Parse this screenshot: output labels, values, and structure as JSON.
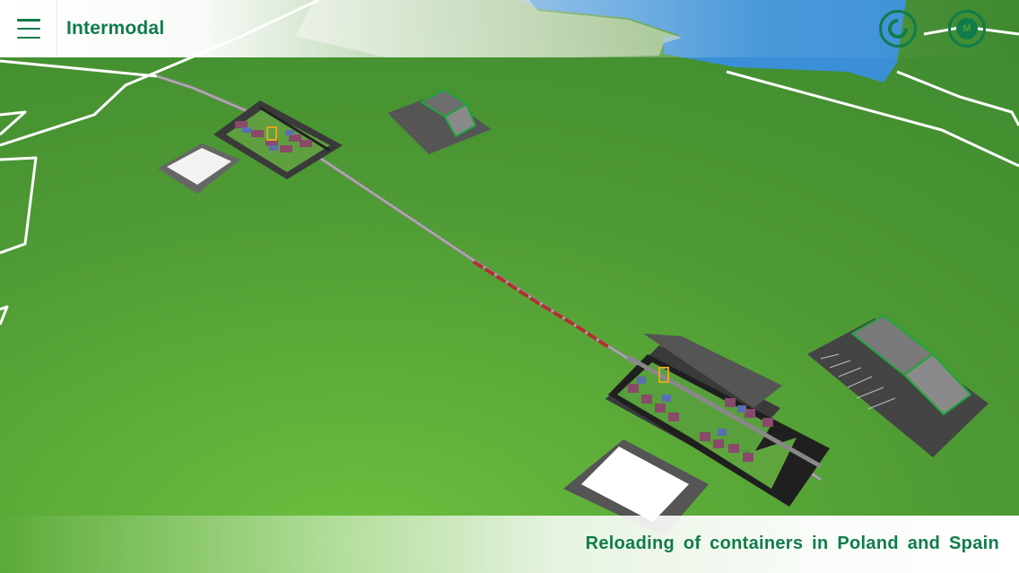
{
  "header": {
    "title": "Intermodal",
    "menu_icon": "hamburger-icon",
    "copyright_icon": "copyright-icon",
    "m_icon": "circle-m-icon",
    "m_label": "M"
  },
  "footer": {
    "caption": "Reloading of containers in Poland and Spain"
  },
  "colors": {
    "accent": "#0f7c4a",
    "grass": "#4f9a35",
    "water": "#3a8fd6",
    "road": "#ffffff"
  }
}
